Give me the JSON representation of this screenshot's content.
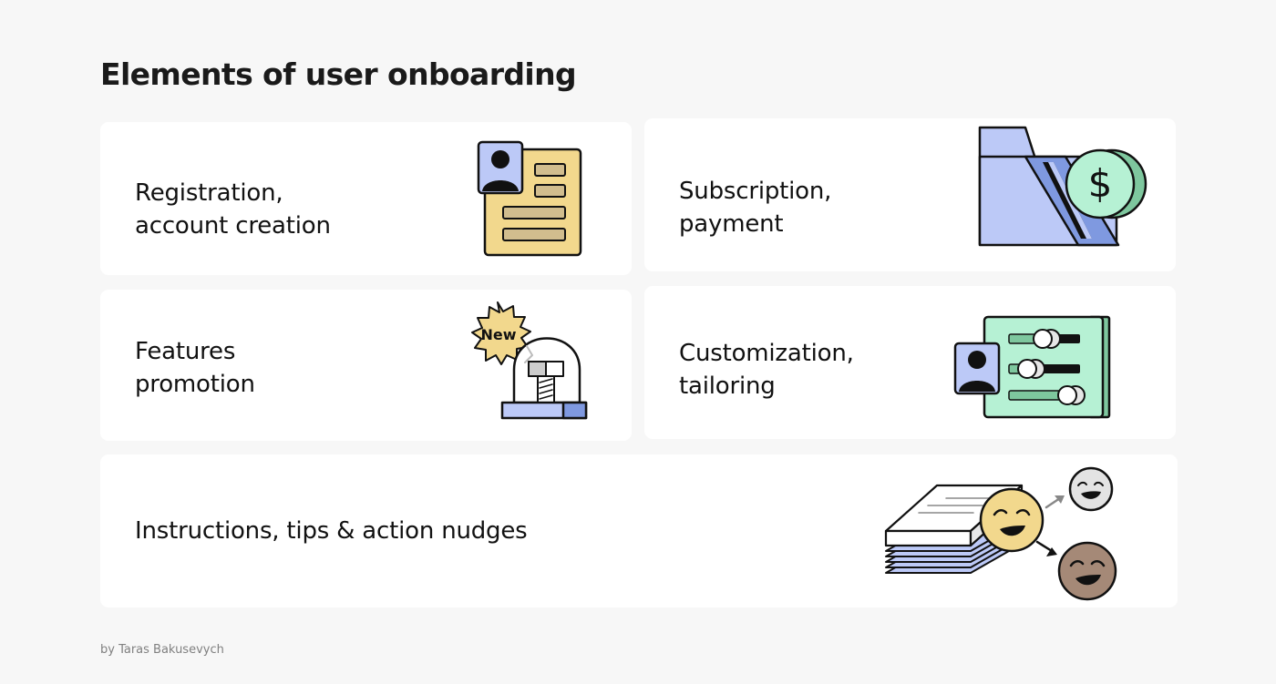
{
  "title": "Elements of user onboarding",
  "cards": [
    {
      "label": "Registration,\naccount creation",
      "icon": "profile-form-icon"
    },
    {
      "label": "Subscription,\npayment",
      "icon": "card-payment-icon"
    },
    {
      "label": "Features\npromotion",
      "icon": "new-feature-dome-icon"
    },
    {
      "label": "Customization,\ntailoring",
      "icon": "settings-sliders-icon"
    },
    {
      "label": "Instructions, tips & action nudges",
      "icon": "docs-nudge-faces-icon"
    }
  ],
  "badge_text": "New",
  "credit": "by Taras Bakusevych",
  "colors": {
    "background": "#f7f7f7",
    "card": "#ffffff",
    "yellow": "#f2d88d",
    "blue": "#bcc9f7",
    "blue_dark": "#7f99e0",
    "mint": "#b6f1d4",
    "green_dark": "#7ec79e",
    "brown": "#a58977",
    "grey": "#d9d9d9",
    "ink": "#111111"
  }
}
